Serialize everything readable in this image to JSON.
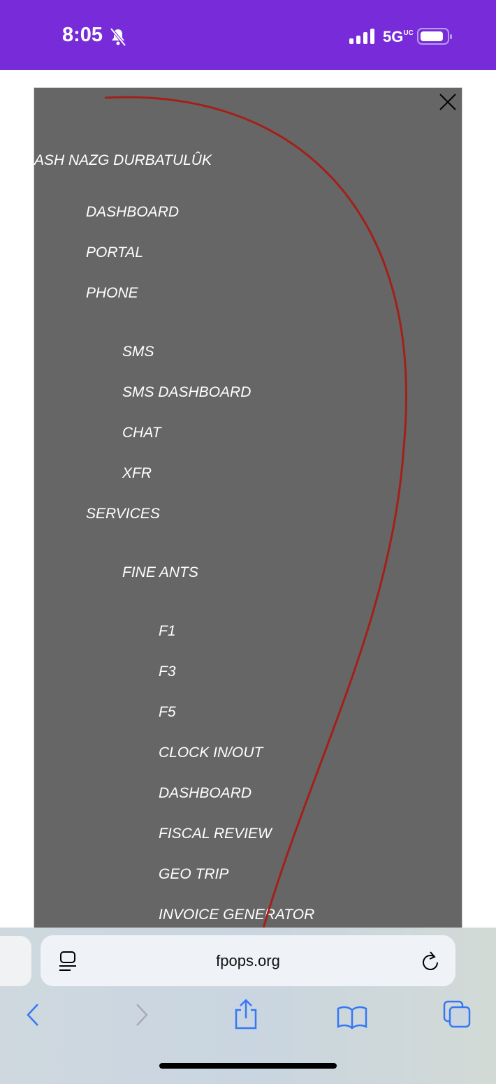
{
  "status_bar": {
    "time": "8:05",
    "network": "5G",
    "network_suffix": "UC",
    "icons": [
      "bell-slash-icon",
      "signal-icon",
      "battery-icon"
    ]
  },
  "menu": {
    "site_title": "ASH NAZG DURBATULÛK",
    "items": [
      {
        "label": "DASHBOARD",
        "level": 1
      },
      {
        "label": "PORTAL",
        "level": 1
      },
      {
        "label": "PHONE",
        "level": 1
      },
      {
        "label": "SMS",
        "level": 2
      },
      {
        "label": "SMS DASHBOARD",
        "level": 2
      },
      {
        "label": "CHAT",
        "level": 2
      },
      {
        "label": "XFR",
        "level": 2
      },
      {
        "label": "SERVICES",
        "level": 1
      },
      {
        "label": "FINE ANTS",
        "level": 2
      },
      {
        "label": "F1",
        "level": 3
      },
      {
        "label": "F3",
        "level": 3
      },
      {
        "label": "F5",
        "level": 3
      },
      {
        "label": "CLOCK IN/OUT",
        "level": 3
      },
      {
        "label": "DASHBOARD",
        "level": 3
      },
      {
        "label": "FISCAL REVIEW",
        "level": 3
      },
      {
        "label": "GEO TRIP",
        "level": 3
      },
      {
        "label": "INVOICE GENERATOR",
        "level": 3
      }
    ]
  },
  "browser": {
    "url": "fpops.org",
    "accent": "#3478f6"
  },
  "annotation": {
    "arrow_color": "#a3201a"
  }
}
